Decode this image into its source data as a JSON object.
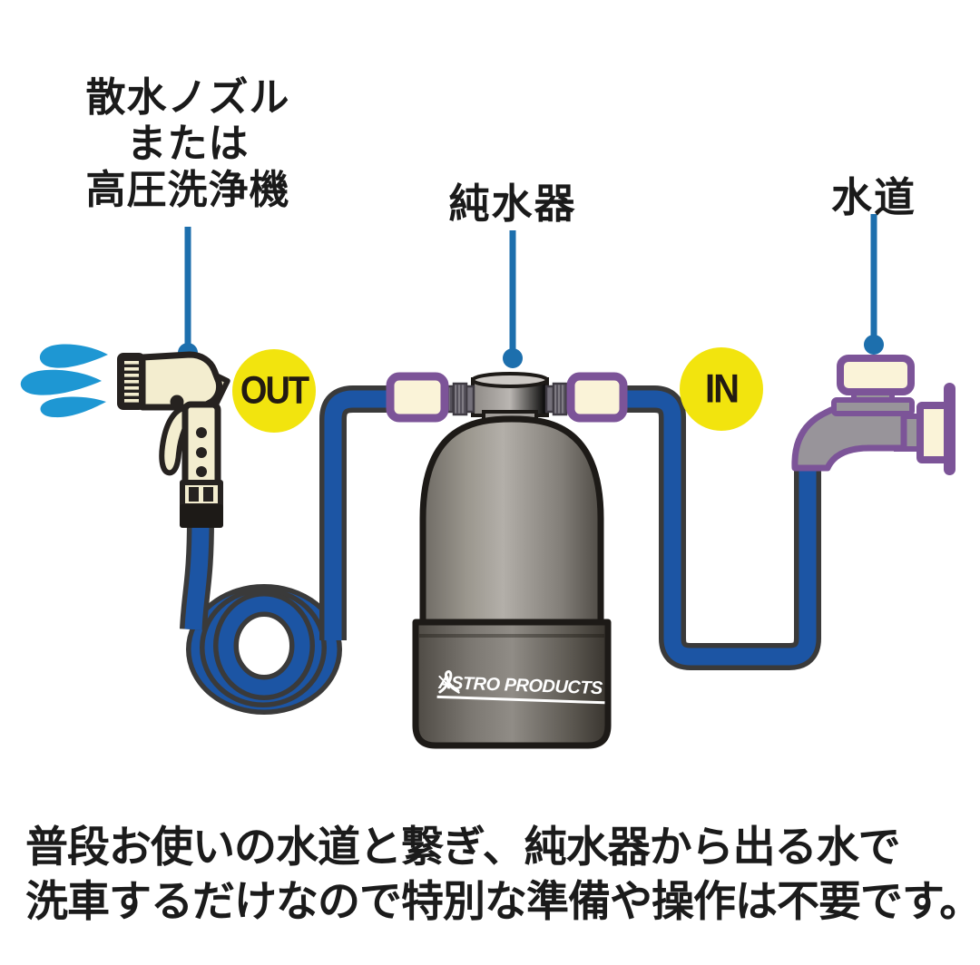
{
  "diagram": {
    "labels": {
      "nozzle_line1": "散水ノズル",
      "nozzle_line2": "または",
      "nozzle_line3": "高圧洗浄機",
      "purifier": "純水器",
      "tap": "水道"
    },
    "badges": {
      "out": "OUT",
      "in": "IN"
    },
    "tank_brand": "ASTRO PRODUCTS",
    "caption_line1": "普段お使いの水道と繋ぎ、純水器から出る水で",
    "caption_line2": "洗車するだけなので特別な準備や操作は不要です。",
    "colors": {
      "hose_blue": "#1c55a4",
      "hose_outline": "#3a3a3a",
      "pointer_blue": "#1d6fad",
      "spray_blue": "#1e97d3",
      "badge_yellow": "#f2e40e",
      "fitting_purple": "#7c5498",
      "fitting_cream": "#faf3d8",
      "nozzle_cream": "#f3edcf",
      "tank_gray": "#989489",
      "faucet_gray": "#98949a"
    }
  }
}
